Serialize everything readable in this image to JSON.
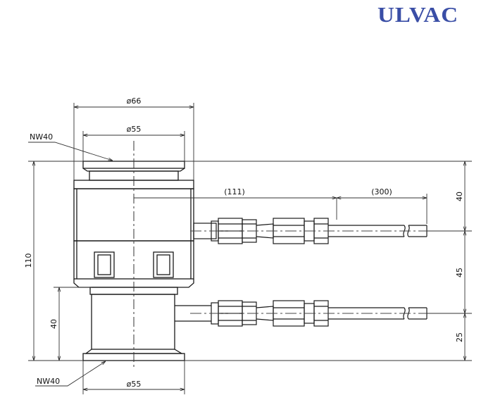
{
  "brand": {
    "logo_text": "ULVAC",
    "logo_color": "#3a4ea6"
  },
  "labels": {
    "flange_top": "NW40",
    "flange_bottom": "NW40"
  },
  "dimensions": {
    "top_outer_dia": "ø66",
    "top_inner_dia": "ø55",
    "bottom_dia": "ø55",
    "total_height": "110",
    "lower_body_height": "40",
    "tube_offset": "(111)",
    "cable_length": "(300)",
    "right_top": "40",
    "right_mid": "45",
    "right_bottom": "25"
  },
  "colors": {
    "line": "#1a1a1a",
    "thin": "#333333"
  }
}
